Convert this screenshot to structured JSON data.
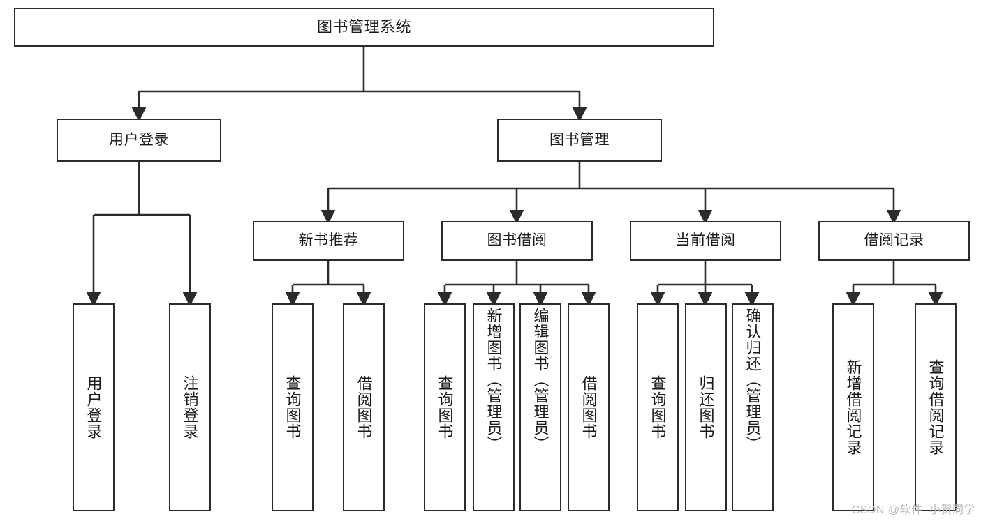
{
  "diagram": {
    "title": "图书管理系统",
    "type": "tree-hierarchy",
    "colors": {
      "box_border": "#2b2b2b",
      "box_fill": "#ffffff",
      "connector": "#2b2b2b",
      "background": "#ffffff",
      "watermark": "#b9b9b9"
    },
    "watermark": "CSDN @软件_小贺同学"
  },
  "nodes": {
    "root": {
      "label": "图书管理系统",
      "level": 1
    },
    "level2": [
      {
        "id": "user-login",
        "label": "用户登录"
      },
      {
        "id": "book-manage",
        "label": "图书管理"
      }
    ],
    "level3": [
      {
        "id": "new-book-recommend",
        "label": "新书推荐",
        "parent": "book-manage"
      },
      {
        "id": "book-borrow",
        "label": "图书借阅",
        "parent": "book-manage"
      },
      {
        "id": "current-borrow",
        "label": "当前借阅",
        "parent": "book-manage"
      },
      {
        "id": "borrow-record",
        "label": "借阅记录",
        "parent": "book-manage"
      }
    ],
    "leaves": {
      "user-login": [
        {
          "id": "leaf-user-login",
          "label": "用户登录"
        },
        {
          "id": "leaf-logout",
          "label": "注销登录"
        }
      ],
      "new-book-recommend": [
        {
          "id": "leaf-query-book-1",
          "label": "查询图书"
        },
        {
          "id": "leaf-borrow-book-1",
          "label": "借阅图书"
        }
      ],
      "book-borrow": [
        {
          "id": "leaf-query-book-2",
          "label": "查询图书"
        },
        {
          "id": "leaf-add-book",
          "label": "新增图书（管理员）"
        },
        {
          "id": "leaf-edit-book",
          "label": "编辑图书（管理员）"
        },
        {
          "id": "leaf-borrow-book-2",
          "label": "借阅图书"
        }
      ],
      "current-borrow": [
        {
          "id": "leaf-query-book-3",
          "label": "查询图书"
        },
        {
          "id": "leaf-return-book",
          "label": "归还图书"
        },
        {
          "id": "leaf-confirm-return",
          "label": "确认归还（管理员）"
        }
      ],
      "borrow-record": [
        {
          "id": "leaf-add-record",
          "label": "新增借阅记录"
        },
        {
          "id": "leaf-query-record",
          "label": "查询借阅记录"
        }
      ]
    }
  }
}
